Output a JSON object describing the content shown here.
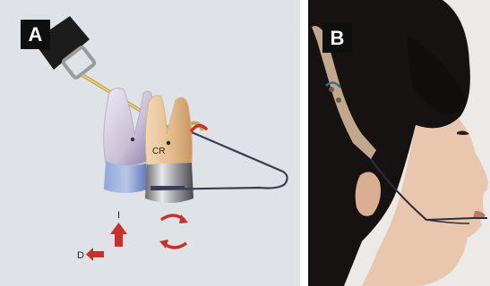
{
  "panels": {
    "a": {
      "label": "A",
      "cr_label": "CR",
      "i_label": "I",
      "d_label": "D"
    },
    "b": {
      "label": "B"
    }
  },
  "colors": {
    "panel_a_background": "#dfe2e6",
    "arrow_red": "#c9302a",
    "label_box": "#0f0f0f"
  },
  "icons": {
    "intrusion_arrow": "arrow-up-icon",
    "distal_arrow": "arrow-left-icon",
    "rotation_arrows": "curved-arrow-icon"
  }
}
